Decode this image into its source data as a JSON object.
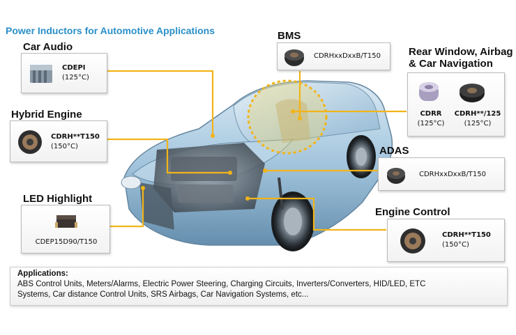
{
  "title": "Power Inductors for Automotive Applications",
  "colors": {
    "title": "#2a8fc8",
    "connector": "#f2b418",
    "heading": "#111111",
    "car_glass": "#9ec6de"
  },
  "sections": {
    "car_audio": {
      "heading": "Car Audio",
      "part": "CDEPI",
      "temp": "(125°C)"
    },
    "hybrid_engine": {
      "heading": "Hybrid Engine",
      "part": "CDRH**T150",
      "temp": "(150°C)"
    },
    "led_highlight": {
      "heading": "LED Highlight",
      "part": "CDEP15D90/T150"
    },
    "bms": {
      "heading": "BMS",
      "part": "CDRHxxDxxB/T150"
    },
    "rear_window": {
      "heading_line1": "Rear Window, Airbag",
      "heading_line2": "& Car Navigation",
      "part1": "CDRR",
      "temp1": "(125°C)",
      "part2": "CDRH**/125",
      "temp2": "(125°C)"
    },
    "adas": {
      "heading": "ADAS",
      "part": "CDRHxxDxxB/T150"
    },
    "engine_control": {
      "heading": "Engine Control",
      "part": "CDRH**T150",
      "temp": "(150°C)"
    }
  },
  "applications": {
    "title": "Applications:",
    "line1": "ABS Control Units, Meters/Alarms, Electric Power Steering, Charging Circuits, Inverters/Converters, HID/LED, ETC",
    "line2": "Systems, Car distance Control Units, SRS Airbags, Car Navigation Systems, etc..."
  }
}
